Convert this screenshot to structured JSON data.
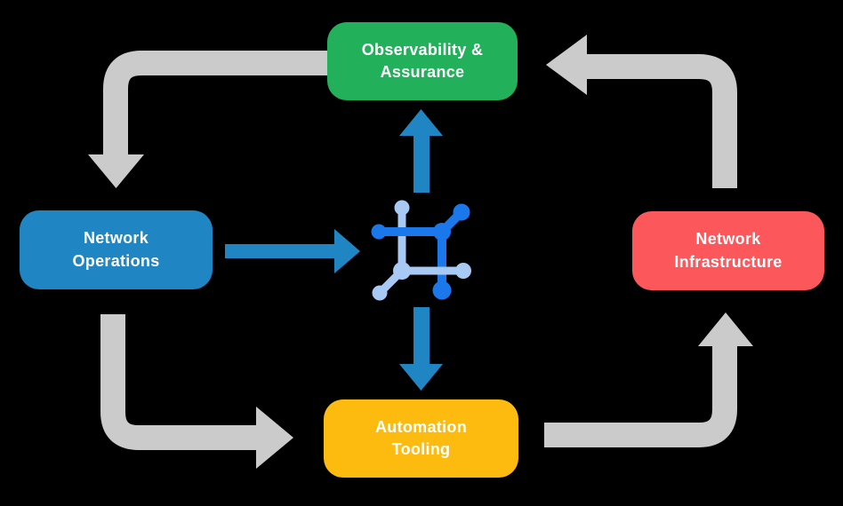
{
  "diagram": {
    "title": "network automation lifecycle diagram",
    "nodes": {
      "observability": {
        "label": "Observability &\nAssurance",
        "color": "#22B05A"
      },
      "operations": {
        "label": "Network\nOperations",
        "color": "#1F86C3"
      },
      "infrastructure": {
        "label": "Network\nInfrastructure",
        "color": "#FC585C"
      },
      "automation": {
        "label": "Automation\nTooling",
        "color": "#FCBB0E"
      }
    },
    "center_icon": {
      "name": "network-mesh-icon",
      "dark_color": "#1B78EA",
      "light_color": "#A7C9F4"
    },
    "arrows": {
      "gray_color": "#CBCBCB",
      "blue_color": "#1F86C3",
      "gray_flow": [
        {
          "from": "observability",
          "to": "operations",
          "direction": "down"
        },
        {
          "from": "operations",
          "to": "automation",
          "direction": "right"
        },
        {
          "from": "automation",
          "to": "infrastructure",
          "direction": "up"
        },
        {
          "from": "infrastructure",
          "to": "observability",
          "direction": "left"
        }
      ],
      "blue_flow": [
        {
          "from": "operations",
          "to": "center-icon",
          "direction": "right"
        },
        {
          "from": "center-icon",
          "to": "observability",
          "direction": "up"
        },
        {
          "from": "center-icon",
          "to": "automation",
          "direction": "down"
        }
      ]
    }
  }
}
